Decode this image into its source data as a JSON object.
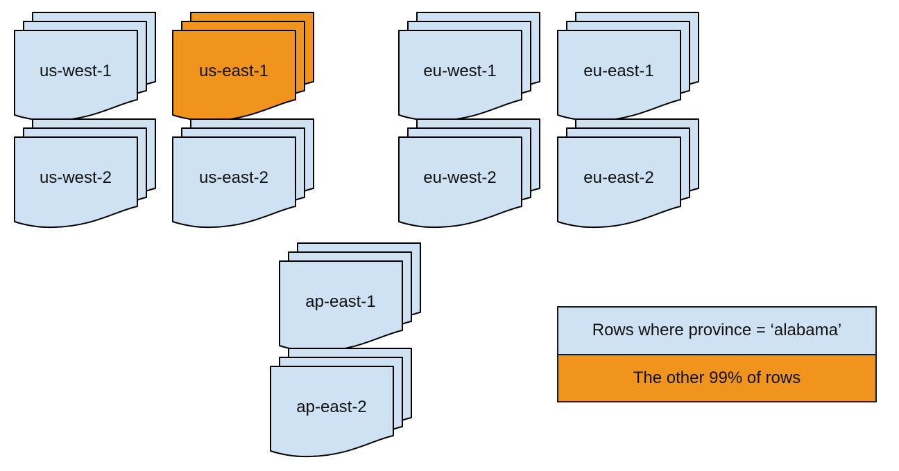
{
  "colors": {
    "region_fill": "#cfe2f3",
    "highlight_fill": "#f0941e",
    "stroke": "#000000"
  },
  "stacks": [
    {
      "label": "us-west-1",
      "highlight": false
    },
    {
      "label": "us-east-1",
      "highlight": true
    },
    {
      "label": "eu-west-1",
      "highlight": false
    },
    {
      "label": "eu-east-1",
      "highlight": false
    },
    {
      "label": "us-west-2",
      "highlight": false
    },
    {
      "label": "us-east-2",
      "highlight": false
    },
    {
      "label": "eu-west-2",
      "highlight": false
    },
    {
      "label": "eu-east-2",
      "highlight": false
    },
    {
      "label": "ap-east-1",
      "highlight": false
    },
    {
      "label": "ap-east-2",
      "highlight": false
    }
  ],
  "legend": {
    "items": [
      {
        "label": "Rows where province = ‘alabama’",
        "color": "#cfe2f3"
      },
      {
        "label": "The other 99% of rows",
        "color": "#f0941e"
      }
    ]
  }
}
